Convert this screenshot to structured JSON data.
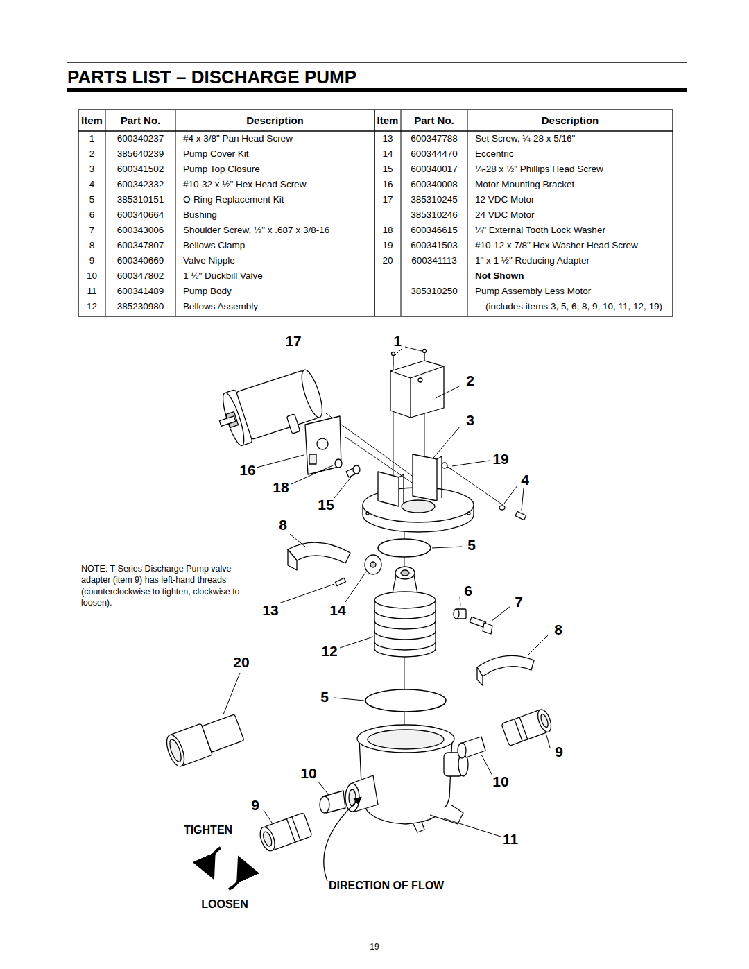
{
  "diagram": {
    "title": "PARTS LIST – DISCHARGE PUMP",
    "labels": [
      "Item",
      "Part No.",
      "Description",
      "Item",
      "Part No.",
      "Description",
      "1",
      "600340237",
      "#4 x 3/8\" Pan Head Screw",
      "13",
      "600347788",
      "Set Screw, ¼-28 x 5/16\"",
      "2",
      "385640239",
      "Pump Cover Kit",
      "14",
      "600344470",
      "Eccentric",
      "3",
      "600341502",
      "Pump Top Closure",
      "15",
      "600340017",
      "¼-28 x ½\" Phillips Head Screw",
      "4",
      "600342332",
      "#10-32 x ½\" Hex Head Screw",
      "16",
      "600340008",
      "Motor Mounting Bracket",
      "5",
      "385310151",
      "O-Ring Replacement Kit",
      "17",
      "385310245",
      "12 VDC Motor",
      "6",
      "600340664",
      "Bushing",
      "385310246",
      "24 VDC Motor",
      "7",
      "600343006",
      "Shoulder Screw, ½\" x .687 x 3/8-16",
      "18",
      "600346615",
      "¼\" External Tooth Lock Washer",
      "8",
      "600347807",
      "Bellows Clamp",
      "19",
      "600341503",
      "#10-12 x 7/8\" Hex Washer Head Screw",
      "9",
      "600340669",
      "Valve Nipple",
      "20",
      "600341113",
      "1\" x 1 ½\" Reducing Adapter",
      "10",
      "600347802",
      "1 ½\" Duckbill Valve",
      "Not Shown",
      "11",
      "600341489",
      "Pump Body",
      "385310250",
      "Pump Assembly Less Motor",
      "12",
      "385230980",
      "Bellows Assembly",
      "(includes items 3, 5, 6, 8, 9, 10, 11, 12, 19)",
      "17",
      "1",
      "2",
      "3",
      "19",
      "16",
      "4",
      "18",
      "15",
      "8",
      "5",
      "6",
      "7",
      "13",
      "14",
      "8",
      "12",
      "20",
      "5",
      "9",
      "10",
      "10",
      "9",
      "11",
      "NOTE: T-Series Discharge Pump valve adapter (item 9) has left-hand threads (counterclockwise to tighten, clockwise to loosen).",
      "TIGHTEN",
      "DIRECTION OF FLOW",
      "LOOSEN",
      "19"
    ]
  }
}
